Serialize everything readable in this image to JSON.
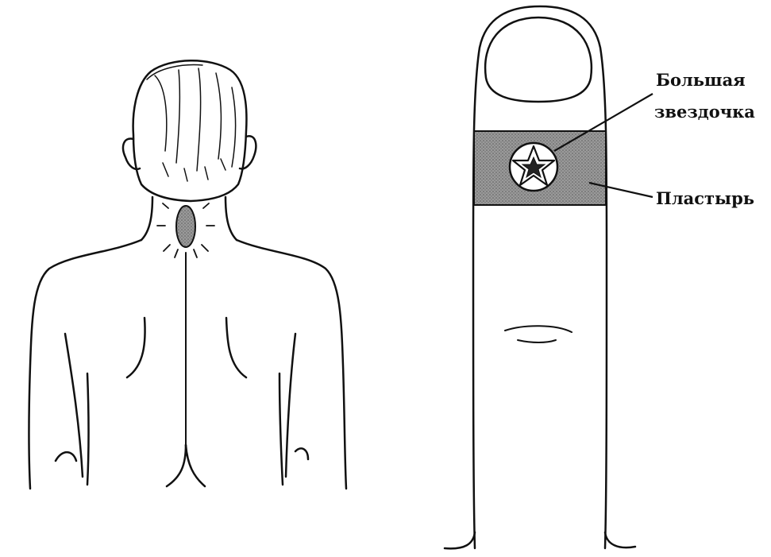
{
  "labels": {
    "big_star_line1": "Большая",
    "big_star_line2": "звездочка",
    "plaster": "Пластырь"
  },
  "colors": {
    "line": "#111111",
    "plaster_fill": "#8c8c8c",
    "neck_spot_fill": "#a8a8a8",
    "background": "#ffffff"
  }
}
